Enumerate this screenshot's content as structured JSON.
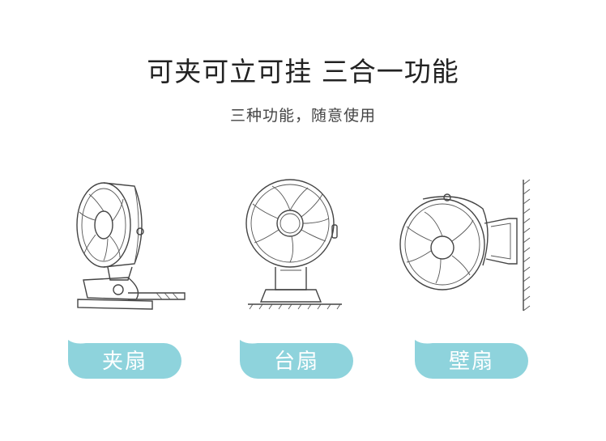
{
  "header": {
    "title": "可夹可立可挂  三合一功能",
    "subtitle": "三种功能，随意使用"
  },
  "modes": [
    {
      "label": "夹扇",
      "illustration": "clip-fan-icon"
    },
    {
      "label": "台扇",
      "illustration": "desk-fan-icon"
    },
    {
      "label": "壁扇",
      "illustration": "wall-fan-icon"
    }
  ],
  "colors": {
    "badge": "#8ed3dc",
    "line": "#444444",
    "title": "#222222"
  }
}
